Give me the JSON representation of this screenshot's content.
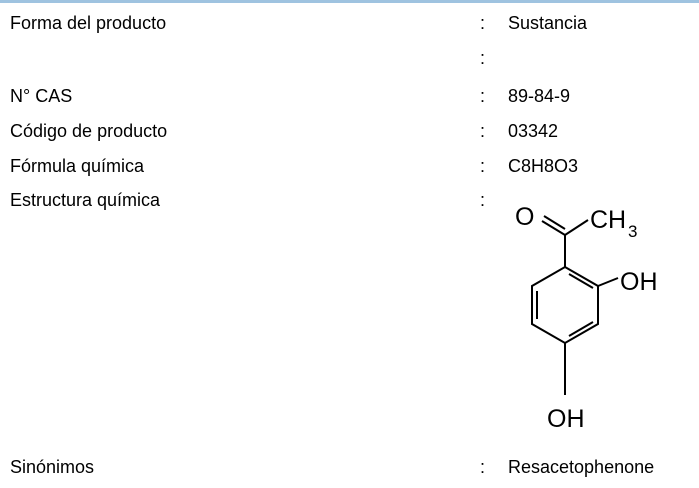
{
  "document": {
    "rows": [
      {
        "label": "Forma del producto",
        "colon": ":",
        "value": "Sustancia"
      },
      {
        "label": "",
        "colon": ":",
        "value": ""
      },
      {
        "label": "N° CAS",
        "colon": ":",
        "value": "89-84-9"
      },
      {
        "label": "Código de producto",
        "colon": ":",
        "value": "03342"
      },
      {
        "label": "Fórmula química",
        "colon": ":",
        "value": "C8H8O3"
      },
      {
        "label": "Estructura química",
        "colon": ":",
        "value": ""
      },
      {
        "label": "Sinónimos",
        "colon": ":",
        "value": "Resacetophenone"
      }
    ],
    "structure": {
      "o_label": "O",
      "ch_label": "CH",
      "ch_subscript": "3",
      "oh_right": "OH",
      "oh_bottom": "OH"
    }
  }
}
